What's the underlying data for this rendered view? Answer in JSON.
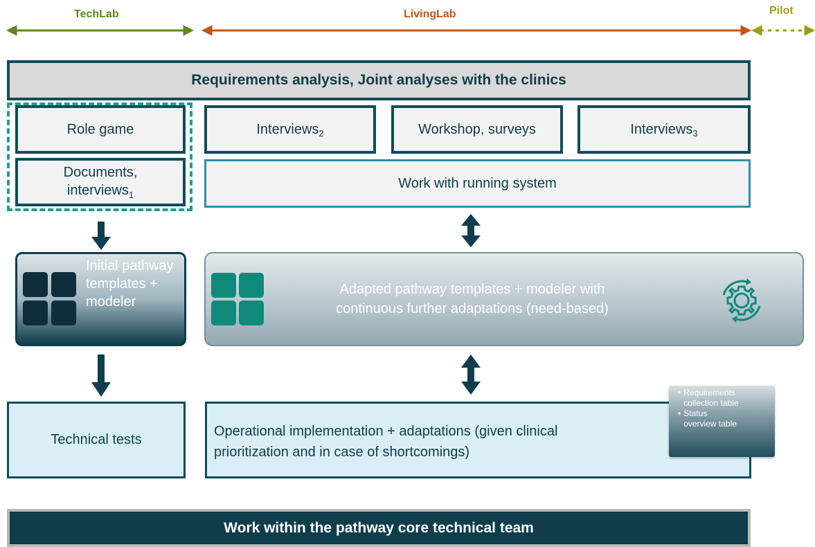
{
  "phases": {
    "techlab": "TechLab",
    "livinglab": "LivingLab",
    "pilot": "Pilot"
  },
  "header": {
    "title": "Requirements analysis, Joint analyses with the clinics"
  },
  "methods": {
    "role_game": "Role game",
    "interviews2": {
      "text": "Interviews",
      "sub": "2"
    },
    "workshop": "Workshop, surveys",
    "interviews3": {
      "text": "Interviews",
      "sub": "3"
    },
    "documents_line1": "Documents,",
    "documents_line2": "interviews",
    "documents_sub": "1",
    "running_system": "Work with running system"
  },
  "templates": {
    "initial": "Initial pathway templates + modeler",
    "adapted_line1": "Adapted pathway templates + modeler with",
    "adapted_line2": "continuous further adaptations (need-based)"
  },
  "bottom": {
    "technical_tests": "Technical tests",
    "operational_line1": "Operational implementation + adaptations (given clinical",
    "operational_line2": "prioritization and in case of shortcomings)"
  },
  "note": {
    "items": [
      {
        "bullet": "•",
        "line1": "Requirements",
        "line2": "collection table"
      },
      {
        "bullet": "•",
        "line1": "Status",
        "line2": "overview table"
      }
    ]
  },
  "footer": {
    "title": "Work within the pathway core technical team"
  },
  "colors": {
    "techlab": "#5b8a1f",
    "livinglab": "#c4541a",
    "pilot": "#a39a1c",
    "dark_teal": "#0f3d4c",
    "teal": "#0f8a7a",
    "dashed": "#1f9e8f"
  },
  "icons": [
    "grid-icon-dark",
    "grid-icon-teal",
    "gear-cycle-icon",
    "double-arrow-icon",
    "down-arrow-icon"
  ]
}
